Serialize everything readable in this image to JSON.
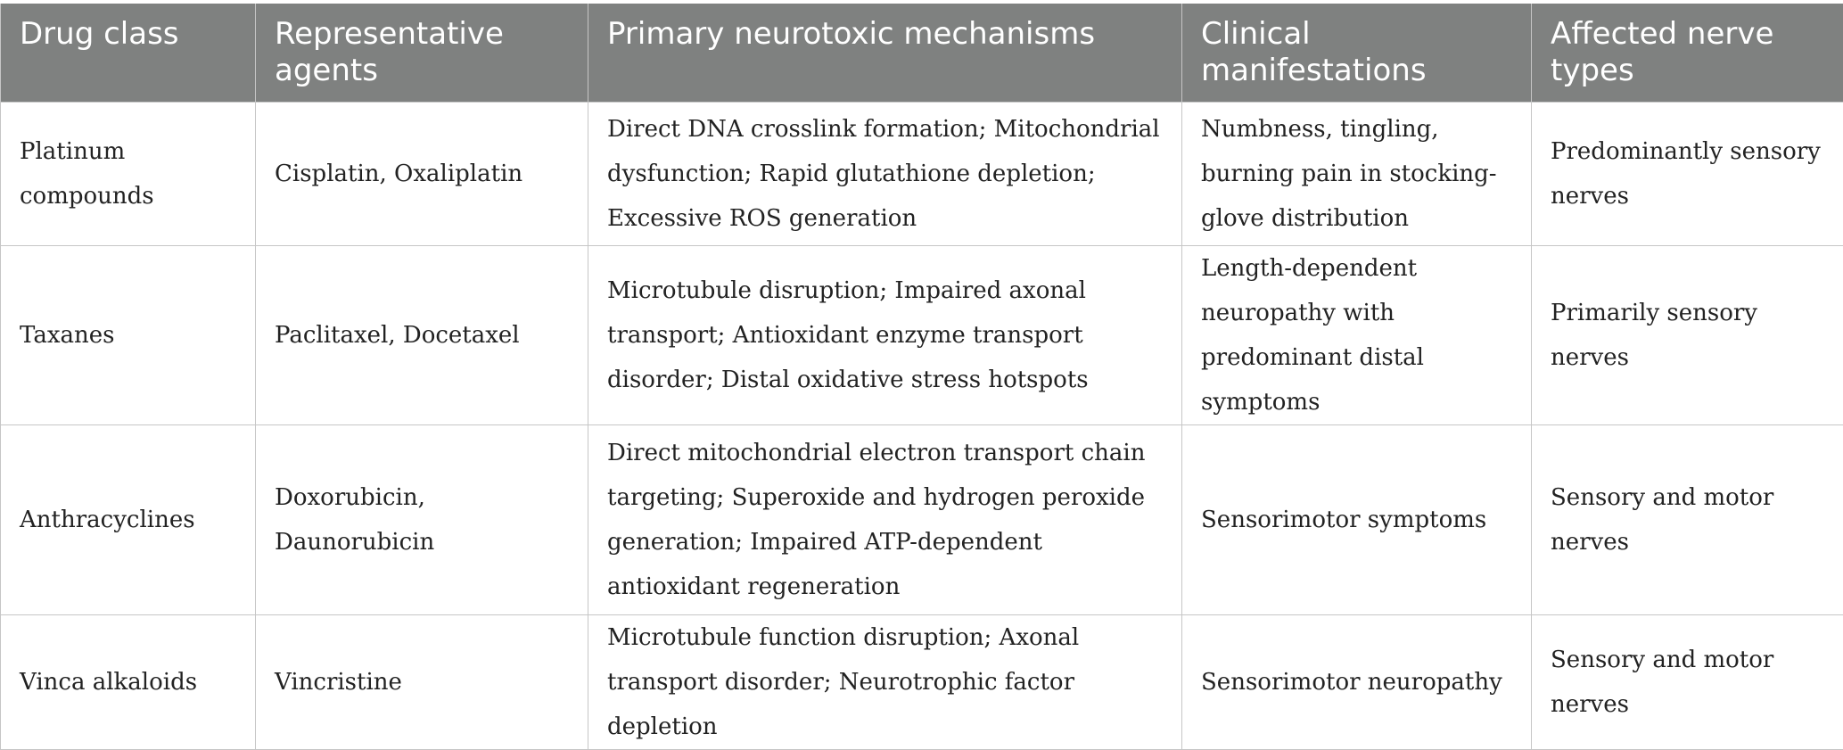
{
  "table": {
    "headers": [
      "Drug class",
      "Representative agents",
      "Primary neurotoxic mechanisms",
      "Clinical manifestations",
      "Affected nerve types"
    ],
    "rows": [
      {
        "drug_class": "Platinum compounds",
        "agents": "Cisplatin, Oxaliplatin",
        "mechanisms": "Direct DNA crosslink formation; Mitochondrial dysfunction; Rapid glutathione depletion; Excessive ROS generation",
        "manifestations": "Numbness, tingling, burning pain in stocking-glove distribution",
        "nerve_types": "Predominantly sensory nerves"
      },
      {
        "drug_class": "Taxanes",
        "agents": "Paclitaxel, Docetaxel",
        "mechanisms": "Microtubule disruption; Impaired axonal transport; Antioxidant enzyme transport disorder; Distal oxidative stress hotspots",
        "manifestations": "Length-dependent neuropathy with predominant distal symptoms",
        "nerve_types": "Primarily sensory nerves"
      },
      {
        "drug_class": "Anthracyclines",
        "agents": "Doxorubicin, Daunorubicin",
        "mechanisms": "Direct mitochondrial electron transport chain targeting; Superoxide and hydrogen peroxide generation; Impaired ATP-dependent antioxidant regeneration",
        "manifestations": "Sensorimotor symptoms",
        "nerve_types": "Sensory and motor nerves"
      },
      {
        "drug_class": "Vinca alkaloids",
        "agents": "Vincristine",
        "mechanisms": "Microtubule function disruption; Axonal transport disorder; Neurotrophic factor depletion",
        "manifestations": "Sensorimotor neuropathy",
        "nerve_types": "Sensory and motor nerves"
      }
    ]
  },
  "colors": {
    "header_background": "#7f8180",
    "header_text": "#ffffff",
    "body_text": "#222222",
    "grid_lines": "#c6c6c6"
  }
}
